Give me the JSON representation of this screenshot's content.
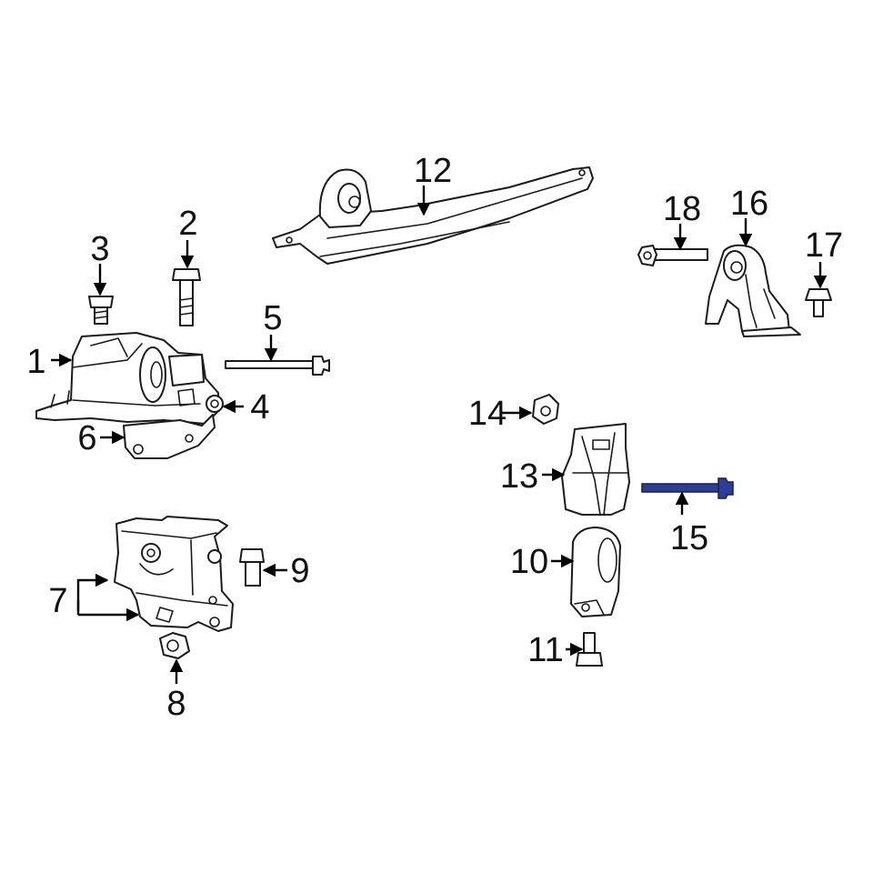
{
  "highlight_color": "#2b3f9a",
  "callouts": [
    {
      "id": "1",
      "label": "1"
    },
    {
      "id": "2",
      "label": "2"
    },
    {
      "id": "3",
      "label": "3"
    },
    {
      "id": "4",
      "label": "4"
    },
    {
      "id": "5",
      "label": "5"
    },
    {
      "id": "6",
      "label": "6"
    },
    {
      "id": "7",
      "label": "7"
    },
    {
      "id": "8",
      "label": "8"
    },
    {
      "id": "9",
      "label": "9"
    },
    {
      "id": "10",
      "label": "10"
    },
    {
      "id": "11",
      "label": "11"
    },
    {
      "id": "12",
      "label": "12"
    },
    {
      "id": "13",
      "label": "13"
    },
    {
      "id": "14",
      "label": "14"
    },
    {
      "id": "15",
      "label": "15"
    },
    {
      "id": "16",
      "label": "16"
    },
    {
      "id": "17",
      "label": "17"
    },
    {
      "id": "18",
      "label": "18"
    }
  ],
  "highlighted_part": "15"
}
